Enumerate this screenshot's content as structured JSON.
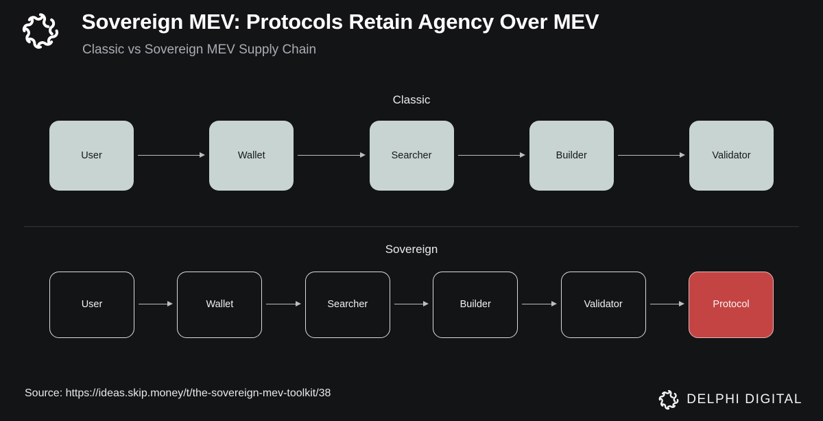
{
  "header": {
    "logo_icon": "delphi-knot-icon",
    "title": "Sovereign MEV: Protocols Retain Agency Over MEV",
    "subtitle": "Classic vs Sovereign MEV Supply Chain"
  },
  "diagram": {
    "classic": {
      "label": "Classic",
      "nodes": [
        {
          "label": "User"
        },
        {
          "label": "Wallet"
        },
        {
          "label": "Searcher"
        },
        {
          "label": "Builder"
        },
        {
          "label": "Validator"
        }
      ]
    },
    "sovereign": {
      "label": "Sovereign",
      "nodes": [
        {
          "label": "User",
          "accent": false
        },
        {
          "label": "Wallet",
          "accent": false
        },
        {
          "label": "Searcher",
          "accent": false
        },
        {
          "label": "Builder",
          "accent": false
        },
        {
          "label": "Validator",
          "accent": false
        },
        {
          "label": "Protocol",
          "accent": true
        }
      ]
    }
  },
  "footer": {
    "source": "Source: https://ideas.skip.money/t/the-sovereign-mev-toolkit/38",
    "logo_icon": "delphi-knot-icon",
    "wordmark": "DELPHI DIGITAL"
  },
  "colors": {
    "background": "#131416",
    "classic_node_fill": "#c8d4d2",
    "sovereign_node_stroke": "#d9dee0",
    "accent_node_fill": "#c44444",
    "arrow": "#b9c0c4",
    "title_text": "#ffffff",
    "subtitle_text": "#a9adb2"
  }
}
